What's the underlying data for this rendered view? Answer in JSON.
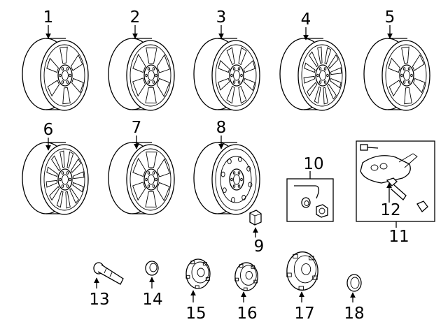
{
  "parts": [
    {
      "id": "wheel-1",
      "label": "1",
      "kind": "wheel",
      "style": "dual-spoke"
    },
    {
      "id": "wheel-2",
      "label": "2",
      "kind": "wheel",
      "style": "wide-window"
    },
    {
      "id": "wheel-3",
      "label": "3",
      "kind": "wheel",
      "style": "slim-spoke"
    },
    {
      "id": "wheel-4",
      "label": "4",
      "kind": "wheel",
      "style": "multi-spoke"
    },
    {
      "id": "wheel-5",
      "label": "5",
      "kind": "wheel",
      "style": "dual-spoke"
    },
    {
      "id": "wheel-6",
      "label": "6",
      "kind": "wheel",
      "style": "multi-spoke"
    },
    {
      "id": "wheel-7",
      "label": "7",
      "kind": "wheel",
      "style": "wide-window"
    },
    {
      "id": "wheel-8",
      "label": "8",
      "kind": "wheel",
      "style": "steel"
    },
    {
      "id": "lug-nut",
      "label": "9",
      "kind": "lug-nut"
    },
    {
      "id": "wheel-lock-kit",
      "label": "10",
      "kind": "lock-kit"
    },
    {
      "id": "tpms-kit",
      "label": "11",
      "kind": "tpms-kit"
    },
    {
      "id": "tpms-sensor",
      "label": "12",
      "kind": "sensor"
    },
    {
      "id": "valve-stem",
      "label": "13",
      "kind": "valve-stem"
    },
    {
      "id": "center-cap-small",
      "label": "14",
      "kind": "small-cap"
    },
    {
      "id": "center-cap-a",
      "label": "15",
      "kind": "center-cap"
    },
    {
      "id": "center-cap-b",
      "label": "16",
      "kind": "center-cap"
    },
    {
      "id": "center-cap-c",
      "label": "17",
      "kind": "center-cap"
    },
    {
      "id": "retaining-ring",
      "label": "18",
      "kind": "ring"
    }
  ]
}
